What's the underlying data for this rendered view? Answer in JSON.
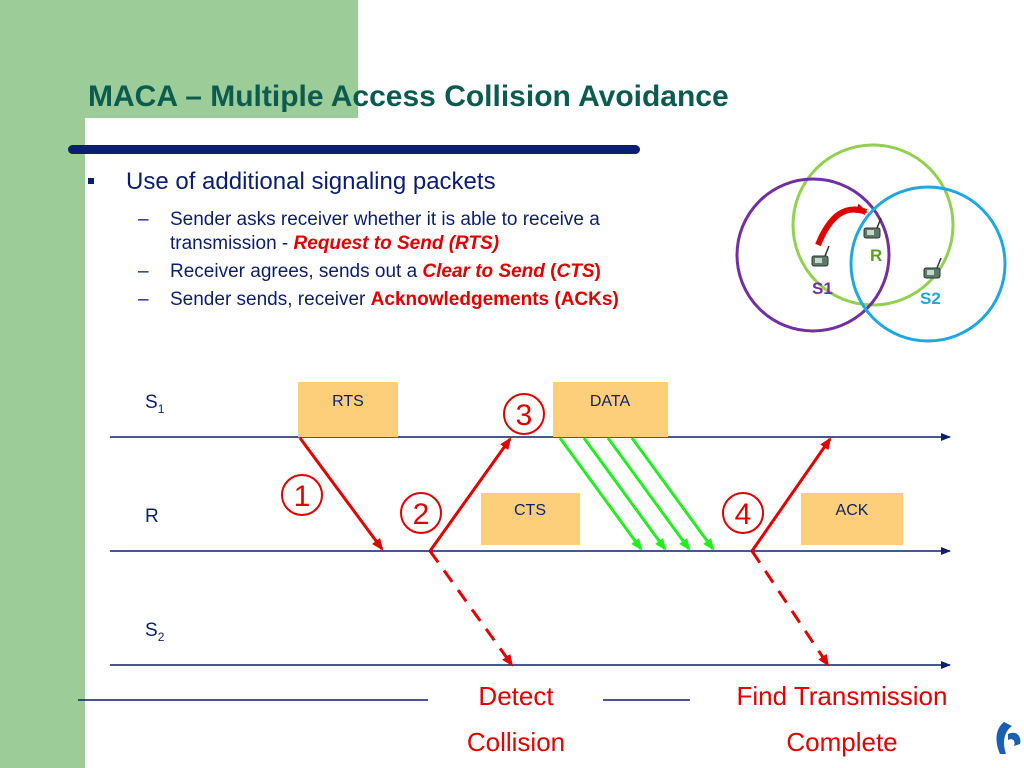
{
  "title": "MACA – Multiple Access Collision Avoidance",
  "bullets": {
    "main": "Use of additional signaling packets",
    "sub1_line1": "Sender asks receiver whether it is able to receive a",
    "sub1_line2_prefix": "transmission - ",
    "sub1_line2_highlight": "Request to Send (RTS)",
    "sub2_prefix": "Receiver agrees, sends out a ",
    "sub2_highlight_italic": "Clear to Send",
    "sub2_paren_open": " (",
    "sub2_highlight_cts": "CTS",
    "sub2_paren_close": ")",
    "sub3_prefix": "Sender sends, receiver ",
    "sub3_highlight": "Acknowledgements (ACKs)",
    "dash": "–"
  },
  "topology": {
    "labels": {
      "s1": "S1",
      "r": "R",
      "s2": "S2"
    },
    "colors": {
      "s1_circle": "#7030a0",
      "r_circle": "#92d050",
      "s2_circle": "#1fa8e0",
      "arrow": "#e00000"
    }
  },
  "timeline": {
    "rows": [
      {
        "name": "S",
        "sub": "1"
      },
      {
        "name": "R",
        "sub": ""
      },
      {
        "name": "S",
        "sub": "2"
      }
    ],
    "packets": {
      "rts": "RTS",
      "data": "DATA",
      "cts": "CTS",
      "ack": "ACK"
    },
    "steps": [
      "1",
      "2",
      "3",
      "4"
    ],
    "captions": {
      "detect_line1": "Detect",
      "detect_line2": "Collision",
      "find_line1": "Find Transmission",
      "find_line2": "Complete"
    },
    "colors": {
      "packet_fill": "#fdcf7a",
      "signal": "#e00000",
      "data_signal": "#22ee22",
      "axis": "#0b1e6e"
    }
  }
}
